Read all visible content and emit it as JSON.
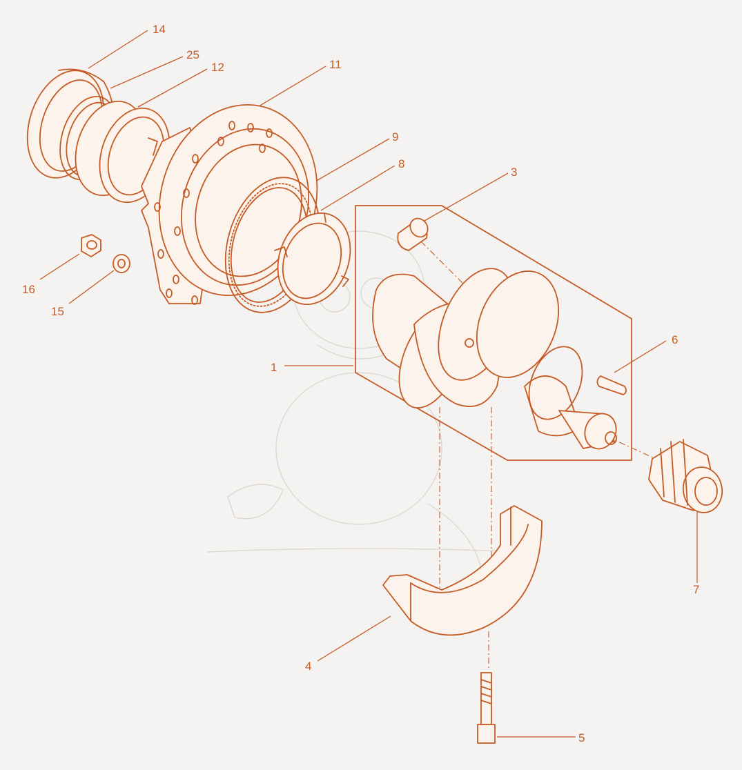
{
  "diagram": {
    "colors": {
      "line": "#c55a24",
      "fill": "#fbf3ec",
      "background": "#f4f3f1",
      "watermark": "#ddd8d2"
    },
    "callouts": {
      "c14": "14",
      "c25": "25",
      "c12": "12",
      "c11": "11",
      "c9": "9",
      "c8": "8",
      "c3": "3",
      "c16": "16",
      "c15": "15",
      "c1": "1",
      "c6": "6",
      "c7": "7",
      "c4": "4",
      "c5": "5"
    }
  }
}
